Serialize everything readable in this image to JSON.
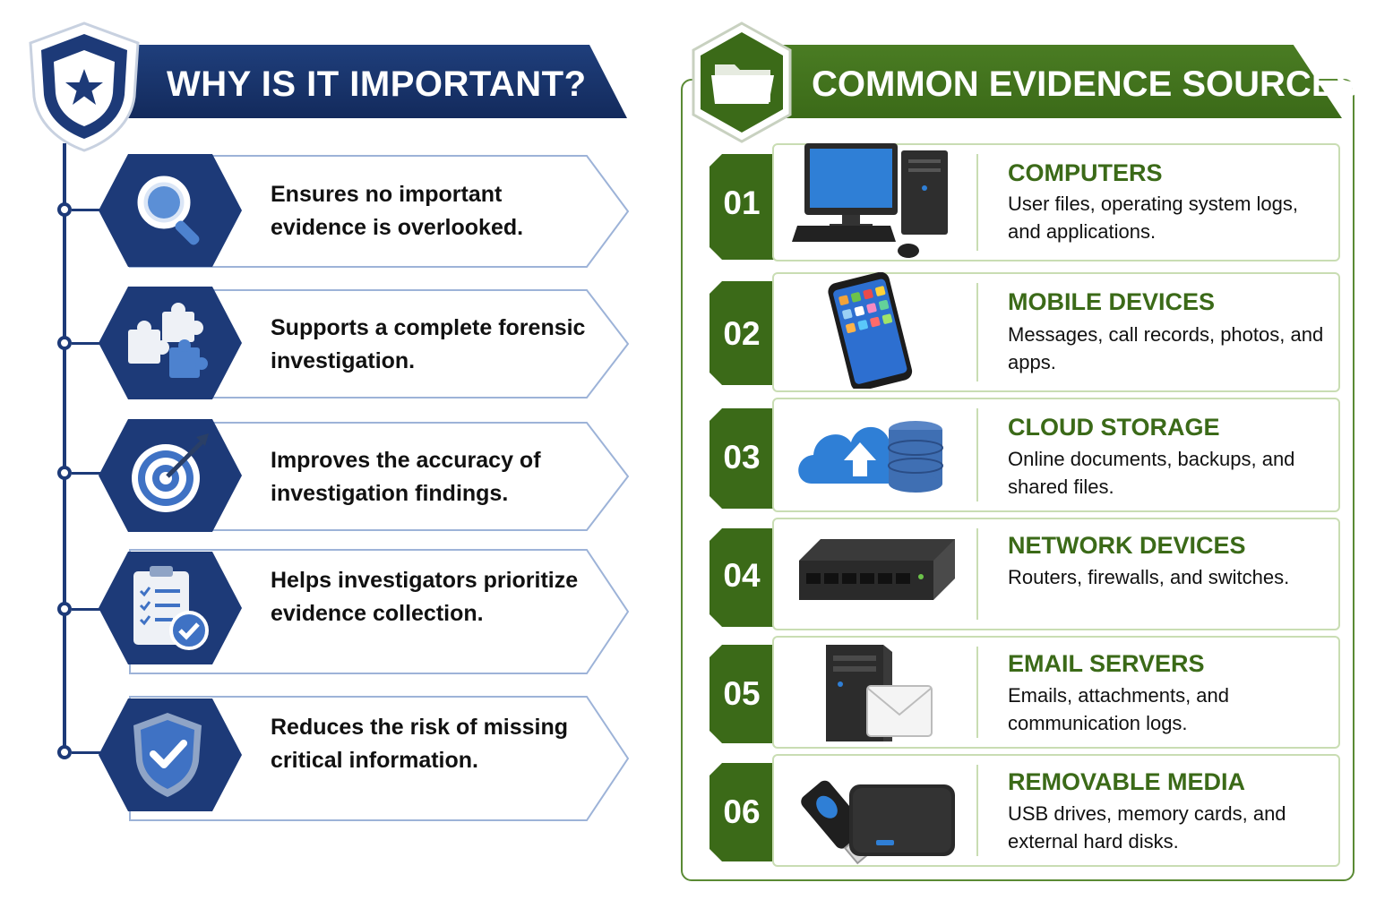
{
  "left": {
    "title": "WHY IS IT IMPORTANT?",
    "items": [
      {
        "text": "Ensures no important evidence is overlooked.",
        "icon": "magnifier-icon"
      },
      {
        "text": "Supports a complete forensic investigation.",
        "icon": "puzzle-icon"
      },
      {
        "text": "Improves the accuracy of investigation findings.",
        "icon": "target-icon"
      },
      {
        "text": "Helps investigators prioritize evidence collection.",
        "icon": "checklist-icon"
      },
      {
        "text": "Reduces the risk of missing critical information.",
        "icon": "shield-check-icon"
      }
    ]
  },
  "right": {
    "title": "COMMON EVIDENCE SOURCES",
    "items": [
      {
        "number": "01",
        "title": "COMPUTERS",
        "desc": "User files, operating system logs, and applications.",
        "icon": "desktop-computer-icon"
      },
      {
        "number": "02",
        "title": "MOBILE DEVICES",
        "desc": "Messages, call records, photos, and apps.",
        "icon": "smartphone-icon"
      },
      {
        "number": "03",
        "title": "CLOUD STORAGE",
        "desc": "Online documents, backups, and shared files.",
        "icon": "cloud-database-icon"
      },
      {
        "number": "04",
        "title": "NETWORK DEVICES",
        "desc": "Routers, firewalls, and switches.",
        "icon": "network-switch-icon"
      },
      {
        "number": "05",
        "title": "EMAIL SERVERS",
        "desc": "Emails, attachments, and communication logs.",
        "icon": "email-server-icon"
      },
      {
        "number": "06",
        "title": "REMOVABLE MEDIA",
        "desc": "USB drives, memory cards, and external hard disks.",
        "icon": "usb-drive-icon"
      }
    ]
  },
  "colors": {
    "navy": "#1d3a78",
    "green": "#3b6a18",
    "card_border_blue": "#9db3d8",
    "card_border_green": "#c9ddb3"
  }
}
